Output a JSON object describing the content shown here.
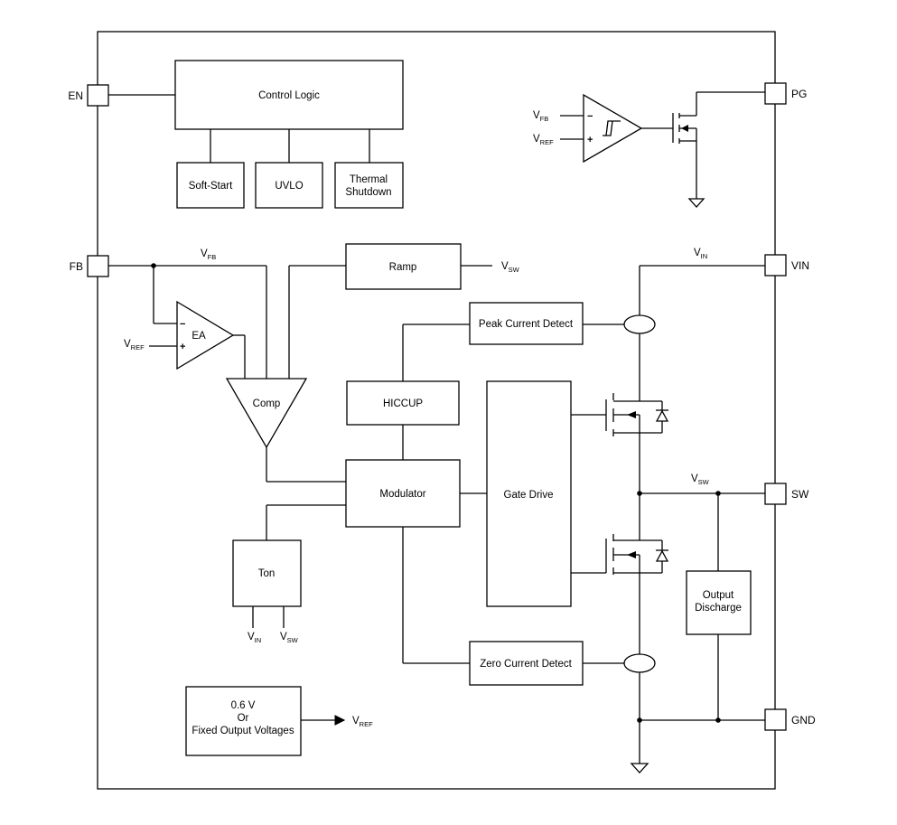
{
  "pins": {
    "en": "EN",
    "fb": "FB",
    "pg": "PG",
    "vin": "VIN",
    "sw": "SW",
    "gnd": "GND"
  },
  "blocks": {
    "control_logic": "Control Logic",
    "soft_start": "Soft-Start",
    "uvlo": "UVLO",
    "thermal_1": "Thermal",
    "thermal_2": "Shutdown",
    "ramp": "Ramp",
    "ea": "EA",
    "comp": "Comp",
    "peak_current": "Peak Current Detect",
    "hiccup": "HICCUP",
    "modulator": "Modulator",
    "gate_drive": "Gate Drive",
    "ton": "Ton",
    "output_discharge_1": "Output",
    "output_discharge_2": "Discharge",
    "zero_current": "Zero Current Detect",
    "vref_gen_1": "0.6 V",
    "vref_gen_2": "Or",
    "vref_gen_3": "Fixed Output Voltages"
  },
  "signals": {
    "v": "V",
    "fb": "FB",
    "ref": "REF",
    "sw": "SW",
    "in": "IN"
  },
  "symbols": {
    "minus": "−",
    "plus": "+"
  }
}
